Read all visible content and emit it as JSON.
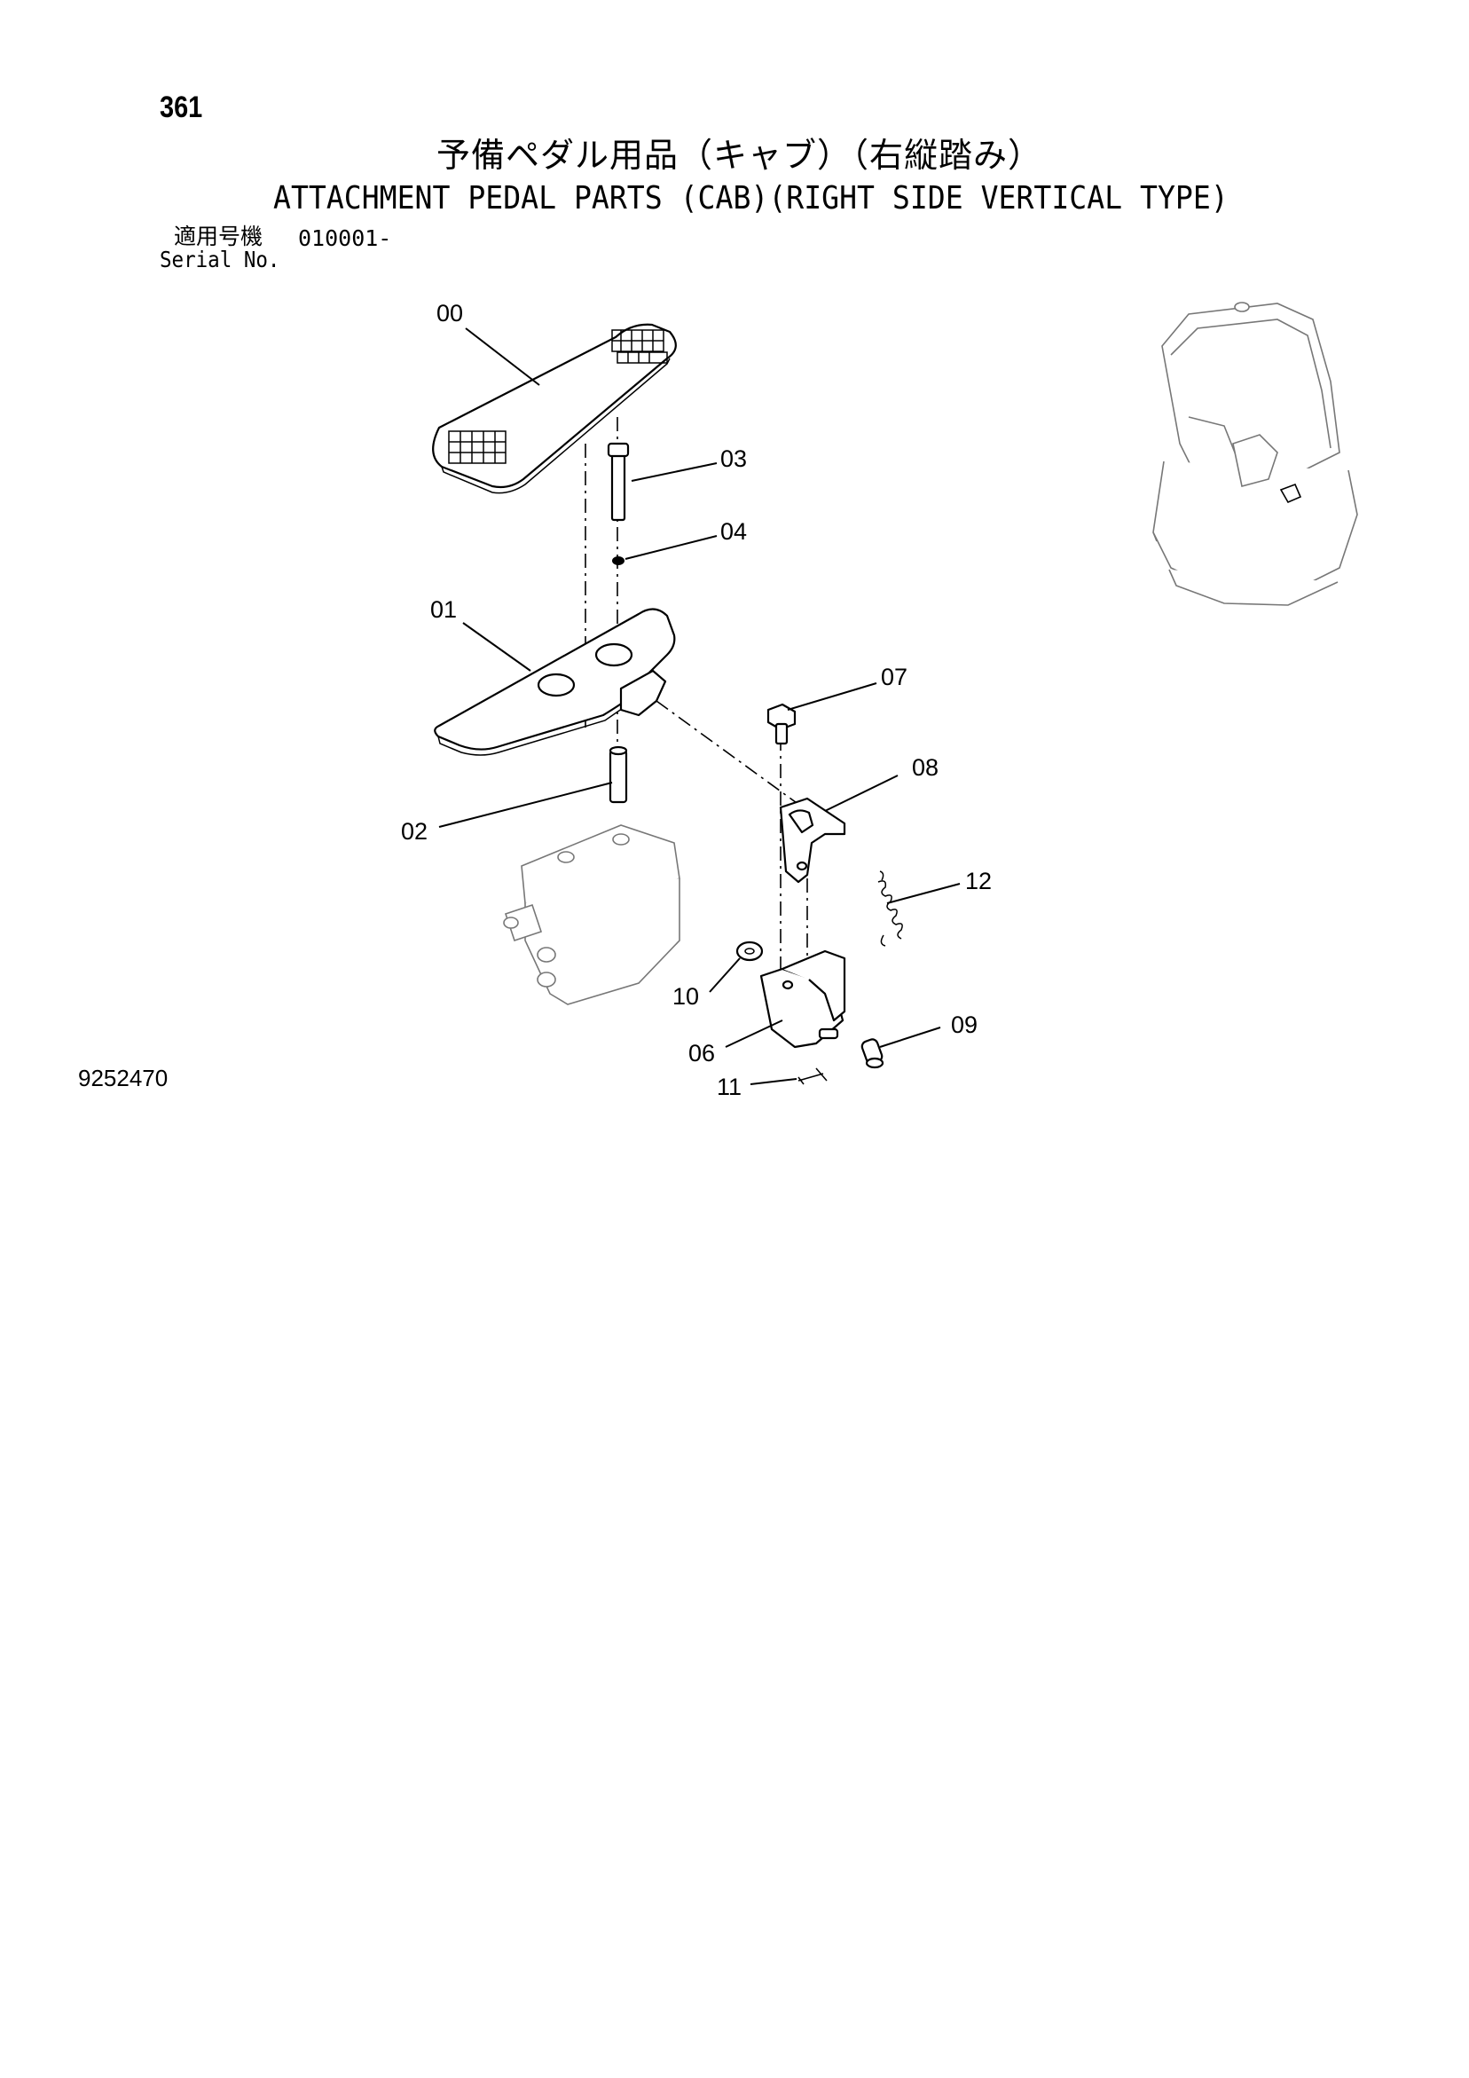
{
  "page_number": "361",
  "title_jp": "予備ペダル用品（キャブ）（右縦踏み）",
  "title_en": "ATTACHMENT PEDAL PARTS (CAB)(RIGHT SIDE VERTICAL TYPE)",
  "serial": {
    "label_jp": "適用号機",
    "value": "010001-",
    "label_en": "Serial No."
  },
  "figure_number": "9252470",
  "part_callouts": [
    "00",
    "01",
    "02",
    "03",
    "04",
    "06",
    "07",
    "08",
    "09",
    "10",
    "11",
    "12"
  ]
}
